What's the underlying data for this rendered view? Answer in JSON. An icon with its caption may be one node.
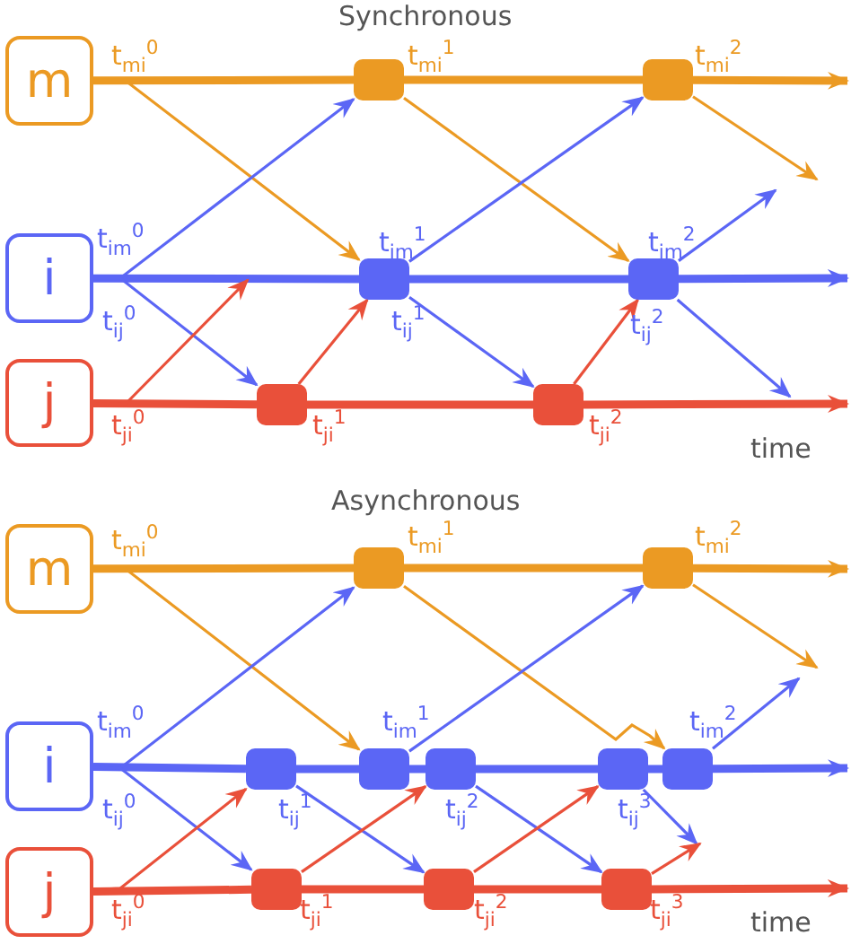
{
  "diagram": {
    "nodes": [
      {
        "text": [
          "m"
        ]
      },
      {
        "text": [],
        "shape": "box"
      },
      {
        "text": [],
        "shape": "box"
      },
      {
        "text": [
          "i"
        ]
      },
      {
        "text": [],
        "shape": "box"
      },
      {
        "text": [],
        "shape": "box"
      },
      {
        "text": [
          "j"
        ]
      },
      {
        "text": [],
        "shape": "box"
      },
      {
        "text": [],
        "shape": "box"
      },
      {
        "text": [
          "m"
        ]
      },
      {
        "text": [],
        "shape": "box"
      },
      {
        "text": [],
        "shape": "box"
      },
      {
        "text": [
          "i"
        ]
      },
      {
        "text": [],
        "shape": "box"
      },
      {
        "text": [],
        "shape": "box"
      },
      {
        "text": [],
        "shape": "box"
      },
      {
        "text": [],
        "shape": "box"
      },
      {
        "text": [],
        "shape": "box"
      },
      {
        "text": [
          "j"
        ]
      },
      {
        "text": [],
        "shape": "box"
      },
      {
        "text": [],
        "shape": "box"
      },
      {
        "text": [],
        "shape": "box"
      }
    ],
    "edges": [
      {
        "from": 0,
        "to": 1,
        "arrow": "none",
        "style": "thick",
        "color": "#eb9a23"
      },
      {
        "from": 1,
        "to": 2,
        "arrow": "none",
        "style": "thick",
        "color": "#eb9a23"
      },
      {
        "from": 2,
        "to": null,
        "arrow": "to",
        "style": "thick",
        "color": "#eb9a23"
      },
      {
        "from": 3,
        "to": 4,
        "arrow": "none",
        "style": "thick"
      },
      {
        "from": 4,
        "to": 5,
        "arrow": "none",
        "style": "thick"
      },
      {
        "from": 5,
        "to": null,
        "arrow": "to",
        "style": "thick"
      },
      {
        "from": 6,
        "to": 7,
        "arrow": "none",
        "style": "thick",
        "color": "#e9503a"
      },
      {
        "from": 7,
        "to": 8,
        "arrow": "none",
        "style": "thick",
        "color": "#e9503a"
      },
      {
        "from": 8,
        "to": null,
        "arrow": "to",
        "style": "thick",
        "color": "#e9503a"
      },
      {
        "from": 0,
        "to": 4,
        "arrow": "to",
        "color": "#eb9a23"
      },
      {
        "from": 1,
        "to": 5,
        "arrow": "to",
        "color": "#eb9a23"
      },
      {
        "from": 2,
        "to": null,
        "arrow": "to",
        "color": "#eb9a23"
      },
      {
        "from": 3,
        "to": 1,
        "arrow": "to"
      },
      {
        "from": 3,
        "to": 7,
        "arrow": "to"
      },
      {
        "from": 4,
        "to": 2,
        "arrow": "to"
      },
      {
        "from": 4,
        "to": 8,
        "arrow": "to"
      },
      {
        "from": 5,
        "to": null,
        "arrow": "to"
      },
      {
        "from": 5,
        "to": null,
        "arrow": "to"
      },
      {
        "from": 6,
        "to": null,
        "arrow": "to",
        "color": "#e9503a"
      },
      {
        "from": 7,
        "to": 4,
        "arrow": "to",
        "color": "#e9503a"
      },
      {
        "from": 8,
        "to": 5,
        "arrow": "to",
        "color": "#e9503a"
      },
      {
        "from": 9,
        "to": 10,
        "arrow": "none",
        "style": "thick",
        "color": "#eb9a23"
      },
      {
        "from": 10,
        "to": 11,
        "arrow": "none",
        "style": "thick",
        "color": "#eb9a23"
      },
      {
        "from": 11,
        "to": null,
        "arrow": "to",
        "style": "thick",
        "color": "#eb9a23"
      },
      {
        "from": 12,
        "to": 13,
        "arrow": "none",
        "style": "thick"
      },
      {
        "from": 13,
        "to": 14,
        "arrow": "none",
        "style": "thick"
      },
      {
        "from": 14,
        "to": 15,
        "arrow": "none",
        "style": "thick"
      },
      {
        "from": 15,
        "to": 16,
        "arrow": "none",
        "style": "thick"
      },
      {
        "from": 16,
        "to": 17,
        "arrow": "none",
        "style": "thick"
      },
      {
        "from": 17,
        "to": null,
        "arrow": "to",
        "style": "thick"
      },
      {
        "from": 18,
        "to": 19,
        "arrow": "none",
        "style": "thick",
        "color": "#e9503a"
      },
      {
        "from": 19,
        "to": 20,
        "arrow": "none",
        "style": "thick",
        "color": "#e9503a"
      },
      {
        "from": 20,
        "to": 21,
        "arrow": "none",
        "style": "thick",
        "color": "#e9503a"
      },
      {
        "from": 21,
        "to": null,
        "arrow": "to",
        "style": "thick",
        "color": "#e9503a"
      },
      {
        "from": 9,
        "to": 14,
        "arrow": "to",
        "color": "#eb9a23"
      },
      {
        "from": 10,
        "to": 17,
        "arrow": "to",
        "color": "#eb9a23"
      },
      {
        "from": 11,
        "to": null,
        "arrow": "to",
        "color": "#eb9a23"
      },
      {
        "from": 12,
        "to": 10,
        "arrow": "to"
      },
      {
        "from": 12,
        "to": 19,
        "arrow": "to"
      },
      {
        "from": 14,
        "to": 11,
        "arrow": "to"
      },
      {
        "from": 13,
        "to": 20,
        "arrow": "to"
      },
      {
        "from": 15,
        "to": 21,
        "arrow": "to"
      },
      {
        "from": 16,
        "to": null,
        "arrow": "to"
      },
      {
        "from": 17,
        "to": null,
        "arrow": "to"
      },
      {
        "from": 18,
        "to": 13,
        "arrow": "to",
        "color": "#e9503a"
      },
      {
        "from": 19,
        "to": 15,
        "arrow": "to",
        "color": "#e9503a"
      },
      {
        "from": 20,
        "to": 16,
        "arrow": "to",
        "color": "#e9503a"
      },
      {
        "from": 21,
        "to": null,
        "arrow": "to",
        "color": "#e9503a"
      }
    ],
    "labels": [
      "Synchronous",
      "t$_{mi}$$^{0}$",
      "t$_{mi}$$^{1}$",
      "t$_{mi}$$^{2}$",
      "t$_{im}$$^{0}$",
      "t$_{ij}$$^{0}$",
      "t$_{im}$$^{1}$",
      "t$_{ij}$$^{1}$",
      "t$_{im}$$^{2}$",
      "t$_{ij}$$^{2}$",
      "t$_{ji}$$^{0}$",
      "t$_{ji}$$^{1}$",
      "t$_{ji}$$^{2}$",
      "time",
      "Asynchronous",
      "t$_{mi}$$^{0}$",
      "t$_{mi}$$^{1}$",
      "t$_{mi}$$^{2}$",
      "t$_{im}$$^{0}$",
      "t$_{im}$$^{1}$",
      "t$_{im}$$^{2}$",
      "t$_{ij}$$^{0}$",
      "t$_{ij}$$^{1}$",
      "t$_{ij}$$^{2}$",
      "t$_{ij}$$^{3}$",
      "t$_{ji}$$^{0}$",
      "t$_{ji}$$^{1}$",
      "t$_{ji}$$^{2}$",
      "t$_{ji}$$^{3}$",
      "time"
    ]
  }
}
